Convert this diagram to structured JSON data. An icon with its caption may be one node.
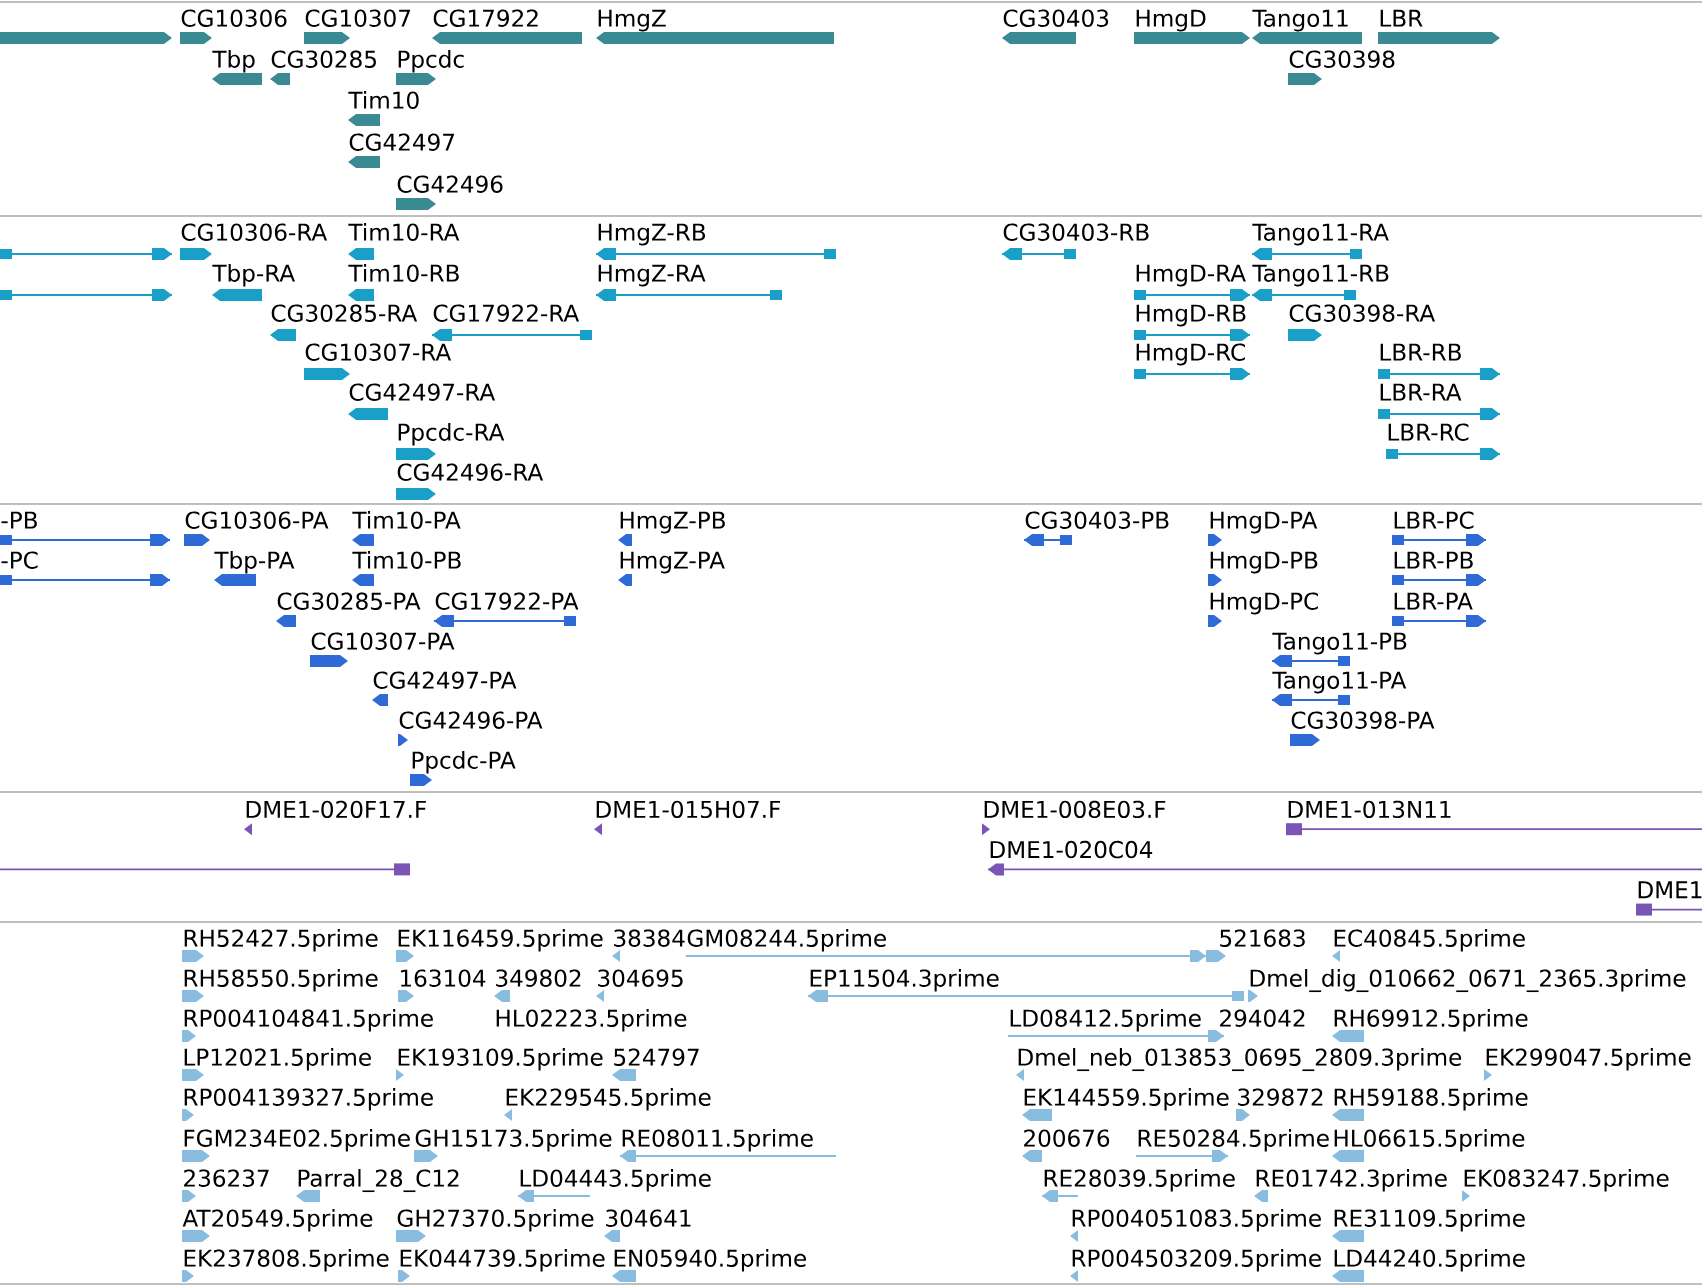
{
  "diagram": {
    "labels": [
      "CG10306",
      "CG10307",
      "CG17922",
      "HmgZ",
      "CG30403",
      "HmgD",
      "Tango11",
      "LBR",
      "Tbp",
      "CG30285",
      "Ppcdc",
      "CG30398",
      "Tim10",
      "CG42497",
      "CG42496",
      "CG10306-RA",
      "Tim10-RA",
      "HmgZ-RB",
      "CG30403-RB",
      "Tango11-RA",
      "Tbp-RA",
      "Tim10-RB",
      "HmgZ-RA",
      "HmgD-RA",
      "Tango11-RB",
      "CG30285-RA",
      "CG17922-RA",
      "HmgD-RB",
      "CG30398-RA",
      "CG10307-RA",
      "HmgD-RC",
      "LBR-RB",
      "CG42497-RA",
      "LBR-RA",
      "Ppcdc-RA",
      "LBR-RC",
      "CG42496-RA",
      "-PB",
      "CG10306-PA",
      "Tim10-PA",
      "HmgZ-PB",
      "CG30403-PB",
      "HmgD-PA",
      "LBR-PC",
      "-PC",
      "Tbp-PA",
      "Tim10-PB",
      "HmgZ-PA",
      "HmgD-PB",
      "LBR-PB",
      "CG30285-PA",
      "CG17922-PA",
      "HmgD-PC",
      "LBR-PA",
      "CG10307-PA",
      "Tango11-PB",
      "CG42497-PA",
      "Tango11-PA",
      "CG42496-PA",
      "CG30398-PA",
      "Ppcdc-PA",
      "DME1-020F17.F",
      "DME1-015H07.F",
      "DME1-008E03.F",
      "DME1-013N11",
      "DME1-020C04",
      "DME1",
      "RH52427.5prime",
      "EK116459.5prime",
      "38384",
      "GM08244.5prime",
      "521683",
      "EC40845.5prime",
      "RH58550.5prime",
      "163104",
      "349802",
      "304695",
      "EP11504.3prime",
      "Dmel_dig_010662_0671_2365.3prime",
      "RP004104841.5prime",
      "HL02223.5prime",
      "LD08412.5prime",
      "294042",
      "RH69912.5prime",
      "LP12021.5prime",
      "EK193109.5prime",
      "524797",
      "Dmel_neb_013853_0695_2809.3prime",
      "EK299047.5prime",
      "RP004139327.5prime",
      "EK229545.5prime",
      "EK144559.5prime",
      "329872",
      "RH59188.5prime",
      "FGM234E02.5prime",
      "GH15173.5prime",
      "RE08011.5prime",
      "200676",
      "RE50284.5prime",
      "HL06615.5prime",
      "236237",
      "Parral_28_C12",
      "LD04443.5prime",
      "RE28039.5prime",
      "RE01742.3prime",
      "EK083247.5prime",
      "AT20549.5prime",
      "GH27370.5prime",
      "304641",
      "RP004051083.5prime",
      "RE31109.5prime",
      "EK237808.5prime",
      "EK044739.5prime",
      "EN05940.5prime",
      "RP004503209.5prime",
      "LD44240.5prime"
    ]
  }
}
